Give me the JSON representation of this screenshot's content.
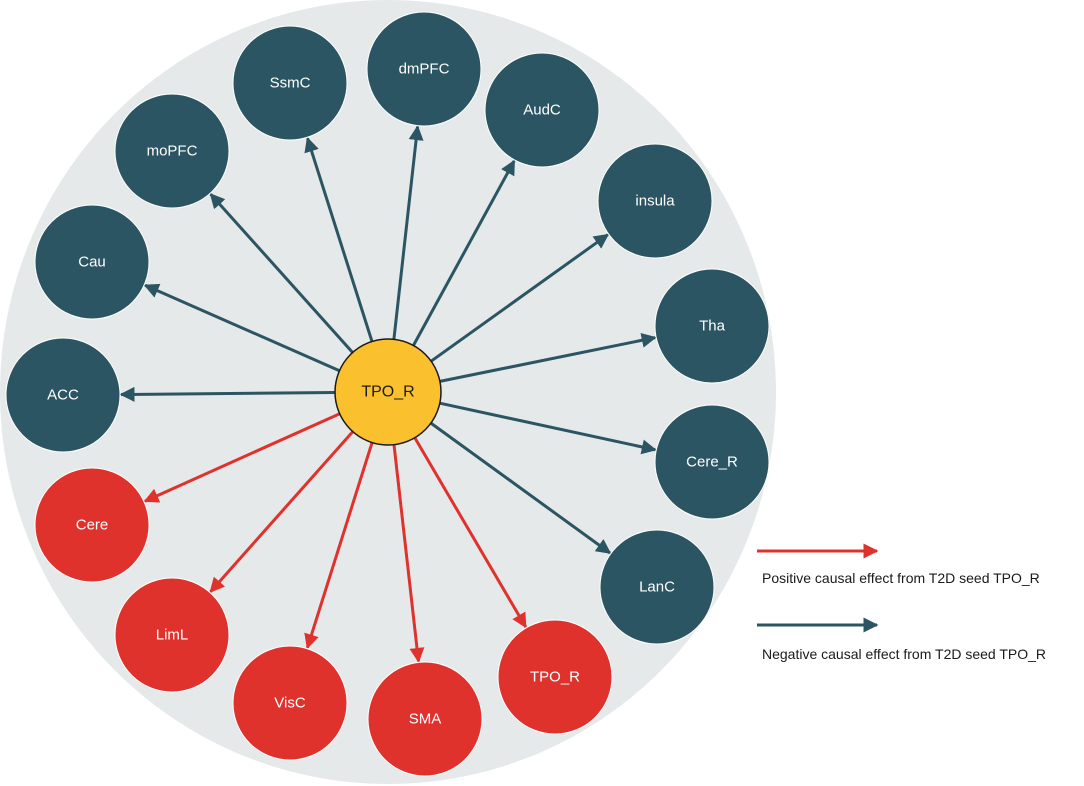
{
  "colors": {
    "background_disc": "#e6e9ea",
    "negative": "#2b5563",
    "positive": "#e0322c",
    "center_fill": "#fbc02d",
    "center_stroke": "#1a1a1a",
    "node_stroke": "#ffffff"
  },
  "center": {
    "label": "TPO_R"
  },
  "nodes": [
    {
      "id": "ssmc",
      "label": "SsmC",
      "effect": "negative"
    },
    {
      "id": "dmpfc",
      "label": "dmPFC",
      "effect": "negative"
    },
    {
      "id": "audc",
      "label": "AudC",
      "effect": "negative"
    },
    {
      "id": "mopfc",
      "label": "moPFC",
      "effect": "negative"
    },
    {
      "id": "insula",
      "label": "insula",
      "effect": "negative"
    },
    {
      "id": "cau",
      "label": "Cau",
      "effect": "negative"
    },
    {
      "id": "tha",
      "label": "Tha",
      "effect": "negative"
    },
    {
      "id": "acc",
      "label": "ACC",
      "effect": "negative"
    },
    {
      "id": "cere-r",
      "label": "Cere_R",
      "effect": "negative"
    },
    {
      "id": "cere",
      "label": "Cere",
      "effect": "positive"
    },
    {
      "id": "lanc",
      "label": "LanC",
      "effect": "negative"
    },
    {
      "id": "liml",
      "label": "LimL",
      "effect": "positive"
    },
    {
      "id": "visc",
      "label": "VisC",
      "effect": "positive"
    },
    {
      "id": "sma",
      "label": "SMA",
      "effect": "positive"
    },
    {
      "id": "tpo-r-target",
      "label": "TPO_R",
      "effect": "positive"
    }
  ],
  "legend": {
    "positive": {
      "label": "Positive causal effect from T2D seed TPO_R"
    },
    "negative": {
      "label": "Negative causal effect from T2D seed TPO_R"
    }
  }
}
